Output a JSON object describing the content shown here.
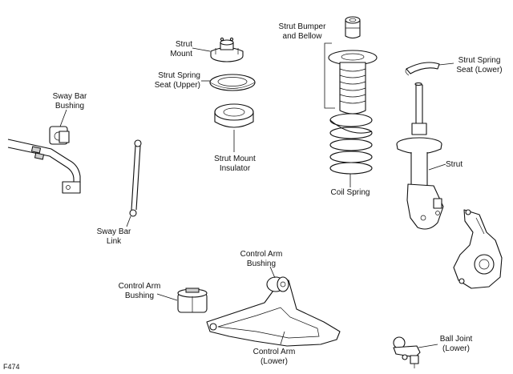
{
  "figure_code": "F474",
  "labels": {
    "strut_mount": [
      "Strut",
      "Mount"
    ],
    "strut_spring_seat_upper": [
      "Strut Spring",
      "Seat (Upper)"
    ],
    "strut_mount_insulator": [
      "Strut Mount",
      "Insulator"
    ],
    "strut_bumper_bellow": [
      "Strut Bumper",
      "and Bellow"
    ],
    "strut_spring_seat_lower": [
      "Strut Spring",
      "Seat (Lower)"
    ],
    "sway_bar_bushing": [
      "Sway Bar",
      "Bushing"
    ],
    "coil_spring": [
      "Coil Spring"
    ],
    "strut": [
      "Strut"
    ],
    "sway_bar_link": [
      "Sway Bar",
      "Link"
    ],
    "control_arm_bushing_upper": [
      "Control Arm",
      "Bushing"
    ],
    "control_arm_bushing_left": [
      "Control Arm",
      "Bushing"
    ],
    "ball_joint_lower": [
      "Ball Joint",
      "(Lower)"
    ],
    "control_arm_lower": [
      "Control Arm",
      "(Lower)"
    ]
  }
}
